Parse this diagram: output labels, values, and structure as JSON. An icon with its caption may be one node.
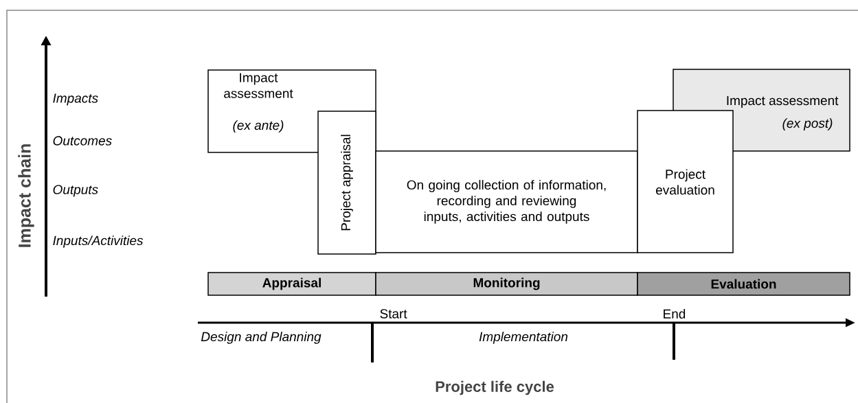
{
  "diagram": {
    "nodes": [
      {
        "text": [
          "Impact assessment",
          "(ex ante)"
        ]
      },
      {
        "text": [
          "Project appraisal"
        ]
      },
      {
        "text": [
          "On going collection of information, recording and reviewing inputs, activities and outputs"
        ]
      },
      {
        "text": [
          "Project evaluation"
        ]
      },
      {
        "text": [
          "Impact assessment",
          "(ex post)"
        ]
      },
      {
        "text": [
          "Appraisal"
        ]
      },
      {
        "text": [
          "Monitoring"
        ]
      },
      {
        "text": [
          "Evaluation"
        ]
      }
    ],
    "edges": [],
    "labels": [
      "Impact chain",
      "Impacts",
      "Outcomes",
      "Outputs",
      "Inputs/Activities",
      "Start",
      "End",
      "Design and Planning",
      "Implementation",
      "Project life cycle"
    ]
  }
}
